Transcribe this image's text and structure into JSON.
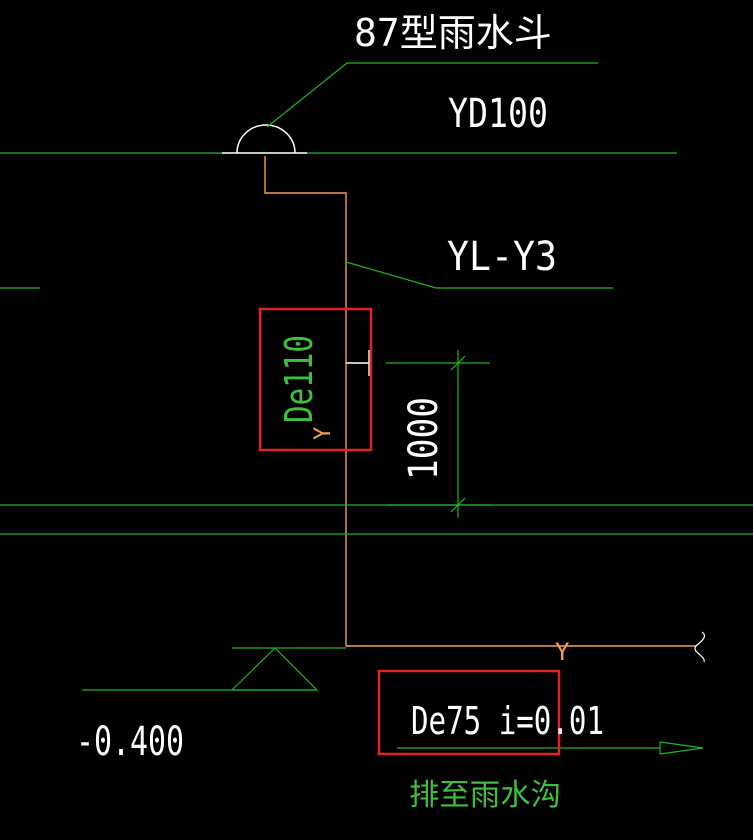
{
  "labels": {
    "drain_type": "87型雨水斗",
    "drain_code": "YD100",
    "pipe_id": "YL-Y3",
    "vert_pipe_size": "De110",
    "vert_flow": "Y",
    "dimension": "1000",
    "horiz_flow": "Y",
    "elevation": "-0.400",
    "horiz_pipe_spec": "De75 i=0.01",
    "discharge": "排至雨水沟"
  },
  "colors": {
    "background": "#000000",
    "green_line": "#1fb41f",
    "pipe_orange": "#f0a050",
    "text_white": "#ffffff",
    "text_green": "#3ec03e",
    "highlight_red": "#e52222"
  }
}
